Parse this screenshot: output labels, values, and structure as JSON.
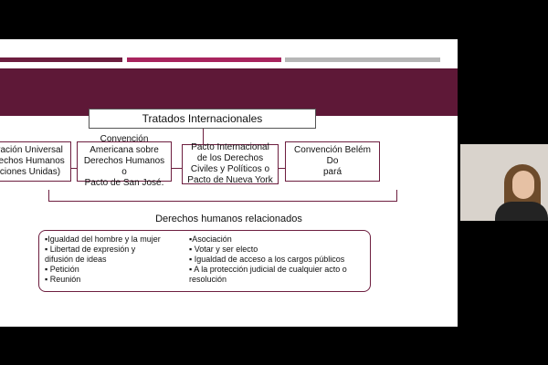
{
  "slide": {
    "accent_colors": [
      "#6d1e3f",
      "#a8245e",
      "#b6b6b6"
    ],
    "band_color": "#5e1837",
    "title": "Tratados Internacionales",
    "conventions": [
      "ración Universal\nrechos Humanos\nciones Unidas)",
      "Convención\nAmericana sobre\nDerechos Humanos o\nPacto de San José.",
      "Pacto Internacional\nde los Derechos\nCiviles y Políticos o\nPacto de Nueva York",
      "Convención Belém Do\npará"
    ],
    "rights_heading": "Derechos humanos relacionados",
    "rights_left": [
      "▪Igualdad del hombre y la mujer",
      "▪ Libertad de expresión y\ndifusión de ideas",
      "▪ Petición",
      "▪ Reunión"
    ],
    "rights_right": [
      "▪Asociación",
      "▪ Votar y ser electo",
      "▪ Igualdad de acceso a los cargos públicos",
      "▪ A la protección judicial de cualquier acto o\nresolución"
    ]
  },
  "video": {
    "participant": "presenter-webcam"
  }
}
